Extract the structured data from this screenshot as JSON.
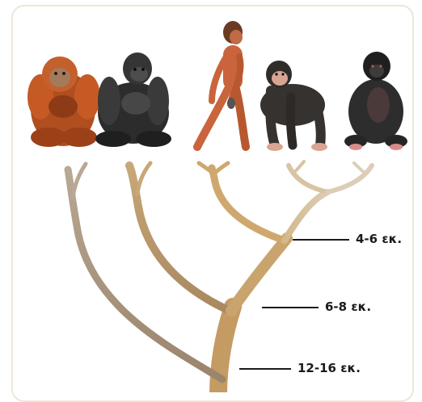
{
  "diagram": {
    "primates": [
      {
        "name": "orangutan-figure"
      },
      {
        "name": "gorilla-figure"
      },
      {
        "name": "early-human-figure"
      },
      {
        "name": "chimpanzee-figure"
      },
      {
        "name": "bonobo-figure"
      }
    ],
    "divergence_labels": [
      {
        "text": "4-6 εκ."
      },
      {
        "text": "6-8 εκ."
      },
      {
        "text": "12-16 εκ."
      }
    ],
    "colors": {
      "branch_dark": "#c39b64",
      "branch_light": "#d2b893",
      "branch_grey": "#a08a76",
      "frame": "#ece7d8"
    }
  }
}
